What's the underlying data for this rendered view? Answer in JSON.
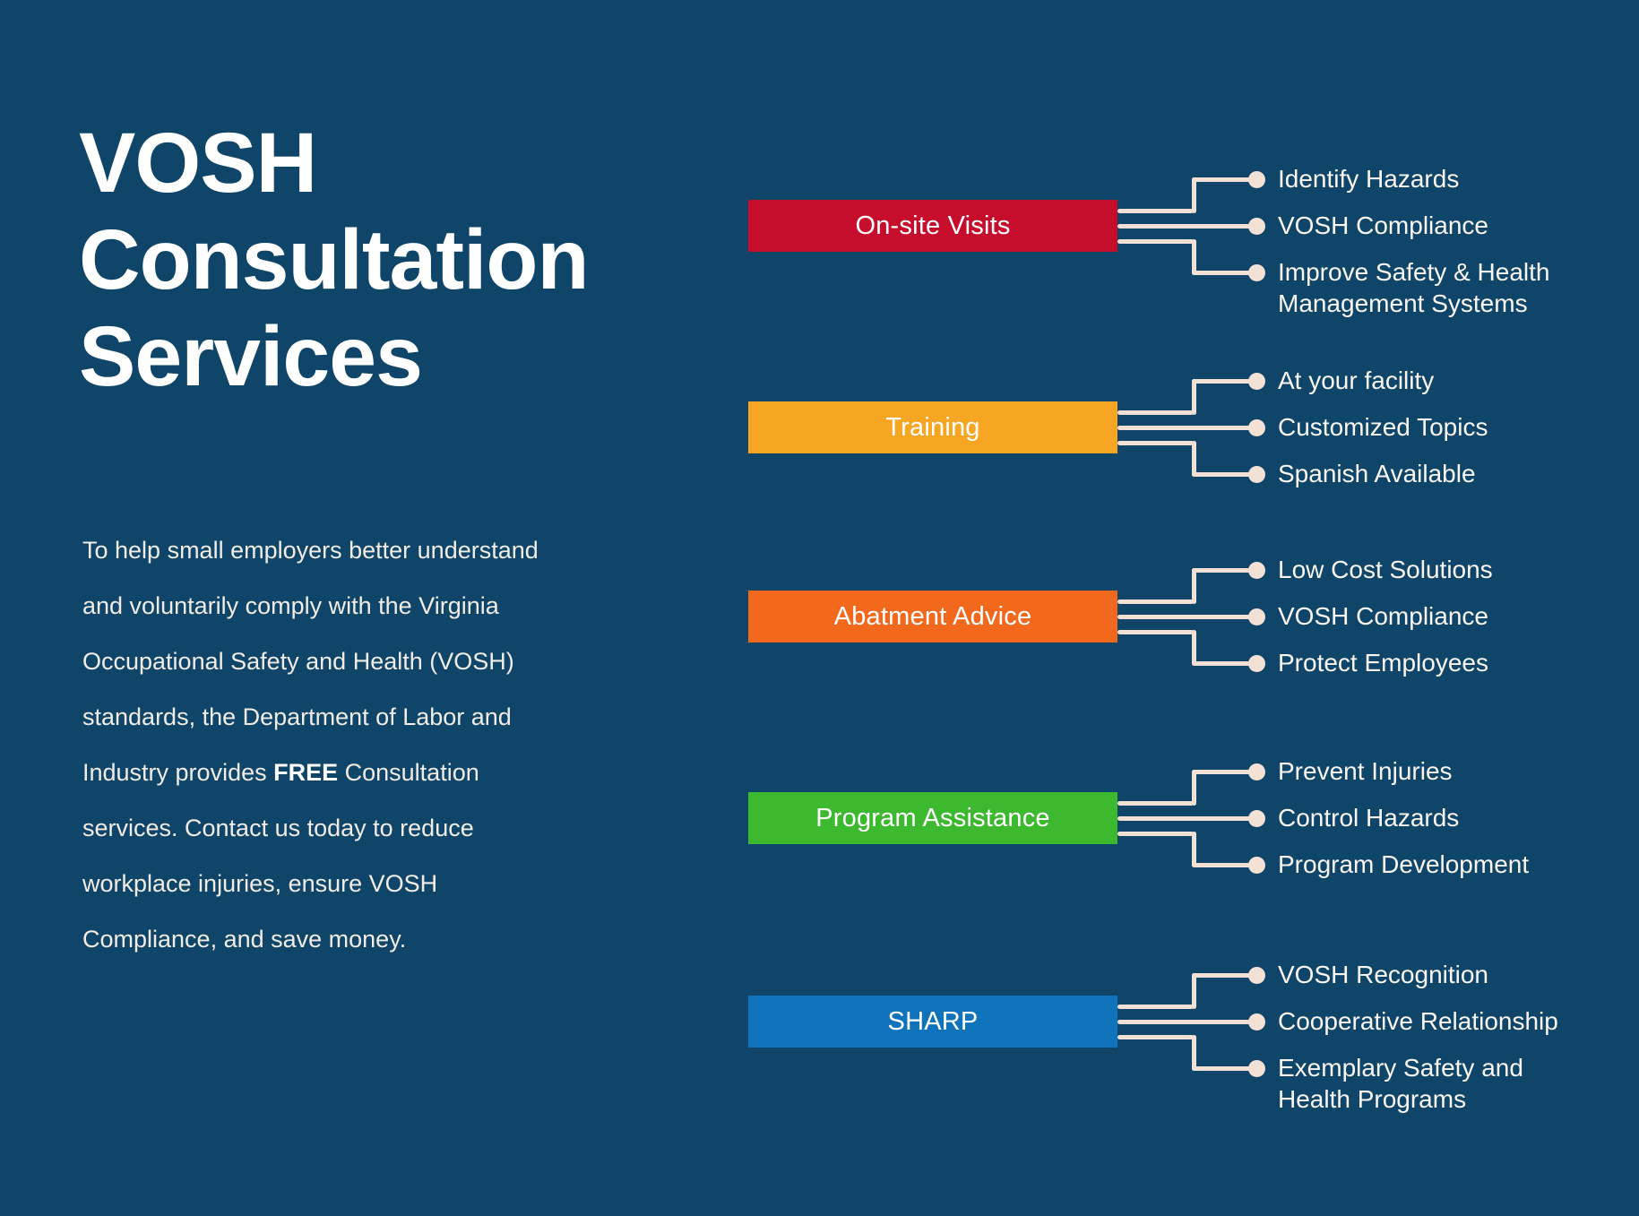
{
  "page": {
    "background_color": "#0f4569",
    "connector_color": "#f3e1d6",
    "text_color": "#ffffff"
  },
  "header": {
    "title_lines": [
      "VOSH",
      "Consultation",
      "Services"
    ]
  },
  "intro": {
    "text_before_bold": "To help small employers better understand and voluntarily comply with the Virginia Occupational Safety and Health (VOSH) standards, the Department of Labor and Industry provides ",
    "bold_word": "FREE",
    "text_after_bold": " Consultation services. Contact us today to reduce workplace injuries, ensure VOSH Compliance, and save money."
  },
  "diagram": {
    "services": [
      {
        "id": "on-site-visits",
        "label": "On-site Visits",
        "color": "#c60d2c",
        "bullets": [
          "Identify Hazards",
          "VOSH Compliance",
          "Improve Safety & Health Management Systems"
        ]
      },
      {
        "id": "training",
        "label": "Training",
        "color": "#f7a624",
        "bullets": [
          "At your facility",
          "Customized Topics",
          "Spanish Available"
        ]
      },
      {
        "id": "abatement-advice",
        "label": "Abatment Advice",
        "color": "#f2691d",
        "bullets": [
          "Low Cost Solutions",
          "VOSH Compliance",
          "Protect Employees"
        ]
      },
      {
        "id": "program-assistance",
        "label": "Program Assistance",
        "color": "#3cb92e",
        "bullets": [
          "Prevent Injuries",
          "Control Hazards",
          "Program Development"
        ]
      },
      {
        "id": "sharp",
        "label": "SHARP",
        "color": "#0e73bb",
        "bullets": [
          "VOSH Recognition",
          "Cooperative Relationship",
          "Exemplary Safety and Health Programs"
        ]
      }
    ]
  }
}
